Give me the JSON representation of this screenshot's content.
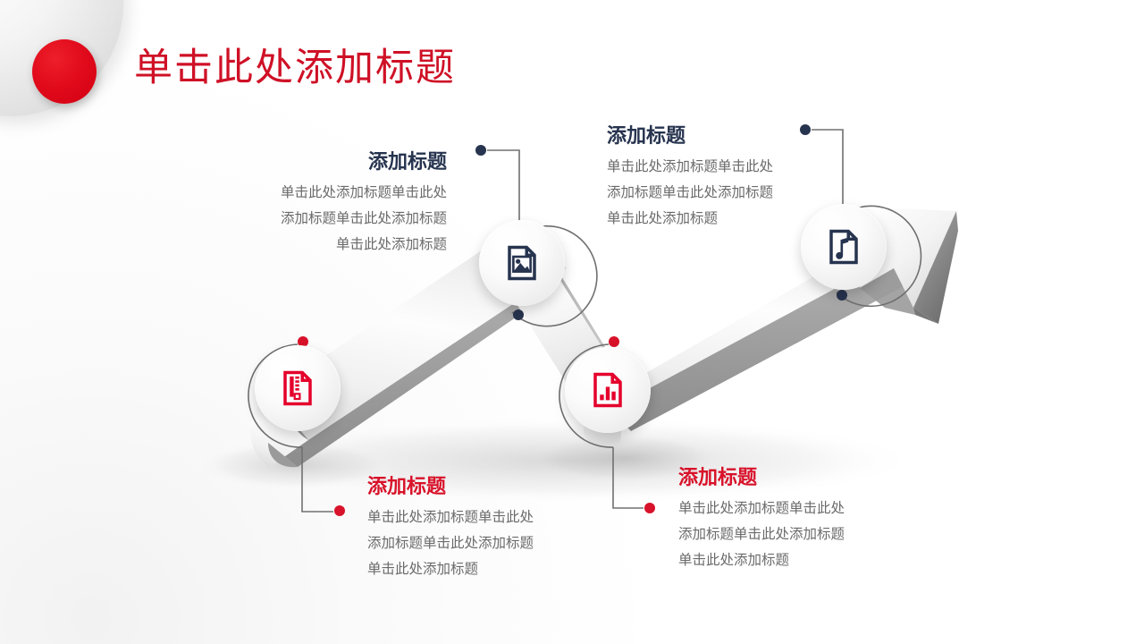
{
  "slide": {
    "title": "单击此处添加标题",
    "title_color": "#cf1126",
    "background_color": "#ffffff"
  },
  "decoration": {
    "gray_circle": "gray-circle-decoration",
    "red_circle": "red-circle-decoration",
    "accent_red": "#d8122a",
    "accent_navy": "#27344f",
    "arrow_shape": "zigzag-3d-arrow"
  },
  "nodes": [
    {
      "id": "node-zip",
      "icon": "zip-file-icon",
      "icon_color": "#e4002b",
      "dot_color": "#d8122a"
    },
    {
      "id": "node-image",
      "icon": "image-file-icon",
      "icon_color": "#27344f",
      "dot_color": "#27344f"
    },
    {
      "id": "node-chart",
      "icon": "chart-file-icon",
      "icon_color": "#e4002b",
      "dot_color": "#d8122a"
    },
    {
      "id": "node-music",
      "icon": "music-file-icon",
      "icon_color": "#27344f",
      "dot_color": "#27344f"
    }
  ],
  "blocks": [
    {
      "key": "top_left",
      "heading": "添加标题",
      "heading_color": "#27344f",
      "align": "right",
      "lines": [
        "单击此处添加标题单击此处",
        "添加标题单击此处添加标题",
        "单击此处添加标题"
      ]
    },
    {
      "key": "top_right",
      "heading": "添加标题",
      "heading_color": "#27344f",
      "align": "left",
      "lines": [
        "单击此处添加标题单击此处",
        "添加标题单击此处添加标题",
        "单击此处添加标题"
      ]
    },
    {
      "key": "bottom_left",
      "heading": "添加标题",
      "heading_color": "#d8122a",
      "align": "left",
      "lines": [
        "单击此处添加标题单击此处",
        "添加标题单击此处添加标题",
        "单击此处添加标题"
      ]
    },
    {
      "key": "bottom_right",
      "heading": "添加标题",
      "heading_color": "#d8122a",
      "align": "left",
      "lines": [
        "单击此处添加标题单击此处",
        "添加标题单击此处添加标题",
        "单击此处添加标题"
      ]
    }
  ]
}
